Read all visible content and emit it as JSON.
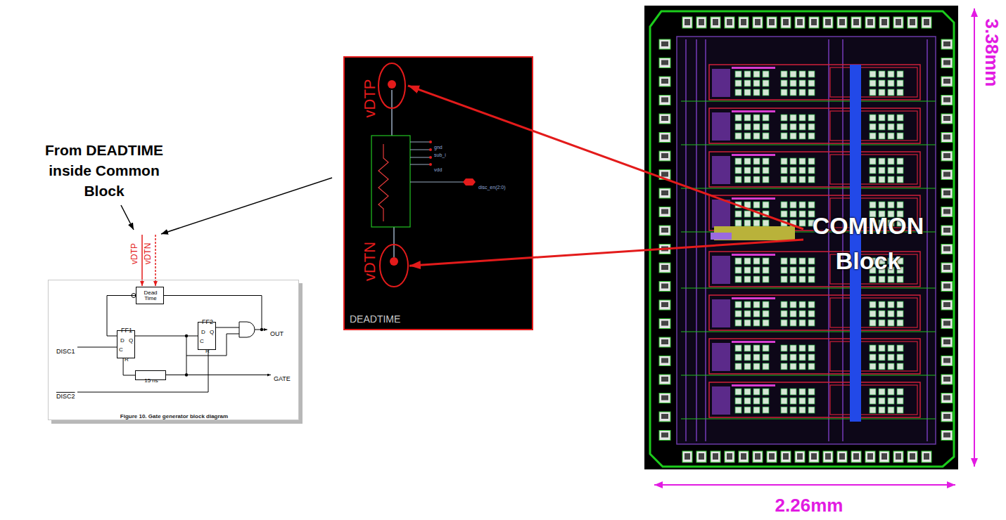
{
  "diagram": {
    "nodes": [
      {
        "text": [
          "Figure 10. Gate generator block diagram"
        ]
      },
      {
        "text": [
          "Dead Time"
        ],
        "in": 0
      },
      {
        "text": [
          "FF1",
          "D Q",
          "C",
          "R"
        ],
        "in": 0
      },
      {
        "text": [
          "FF2",
          "D Q",
          "C",
          "R"
        ],
        "in": 0
      },
      {
        "text": [
          "15 ns"
        ],
        "in": 0
      },
      {
        "text": [
          "DEADTIME"
        ]
      },
      {
        "text": [
          "vDTP"
        ],
        "in": 5
      },
      {
        "text": [
          "vDTN"
        ],
        "in": 5
      },
      {
        "text": [
          "COMMON Block"
        ]
      }
    ],
    "edges": [
      {
        "from": 1,
        "to": 2,
        "arrow": "none"
      },
      {
        "from": 2,
        "to": 3,
        "arrow": "none"
      },
      {
        "from": 2,
        "to": 4,
        "arrow": "none"
      },
      {
        "from": 8,
        "to": 6,
        "arrow": "to"
      },
      {
        "from": 8,
        "to": 7,
        "arrow": "to"
      }
    ],
    "labels": [
      "From DEADTIME inside Common Block",
      "vDTP",
      "vDTN",
      "DISC1",
      "DISC2",
      "OUT",
      "GATE",
      "gnd",
      "sub_i",
      "vdd",
      "disc_en(2:0)",
      "3.38mm",
      "2.26mm"
    ]
  }
}
